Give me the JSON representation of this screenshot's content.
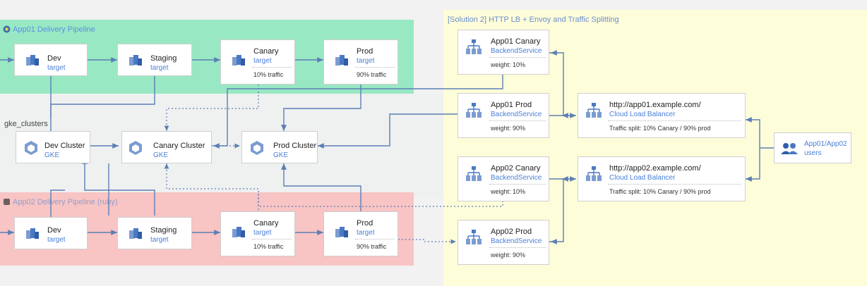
{
  "colors": {
    "app01_zone": "#99e8c4",
    "app02_zone": "#f8c4c4",
    "solution_zone": "#fefdd9",
    "gke_zone": "#eff0f0",
    "wire": "#5b7fb5"
  },
  "zones": {
    "app01": "App01 Delivery Pipeline",
    "gke": "gke_clusters",
    "app02": "App02 Delivery Pipeline (ruby)",
    "solution": "[Solution 2] HTTP LB + Envoy and Traffic Splitting"
  },
  "app01_pipeline": {
    "dev": {
      "title": "Dev",
      "sub": "target",
      "icon": "deploy-icon"
    },
    "staging": {
      "title": "Staging",
      "sub": "target",
      "icon": "deploy-icon"
    },
    "canary": {
      "title": "Canary",
      "sub": "target",
      "detail": "10% traffic",
      "icon": "deploy-icon"
    },
    "prod": {
      "title": "Prod",
      "sub": "target",
      "detail": "90% traffic",
      "icon": "deploy-icon"
    }
  },
  "clusters": {
    "dev": {
      "title": "Dev Cluster",
      "sub": "GKE",
      "icon": "gke-icon"
    },
    "canary": {
      "title": "Canary Cluster",
      "sub": "GKE",
      "icon": "gke-icon"
    },
    "prod": {
      "title": "Prod Cluster",
      "sub": "GKE",
      "icon": "gke-icon"
    }
  },
  "app02_pipeline": {
    "dev": {
      "title": "Dev",
      "sub": "target",
      "icon": "deploy-icon"
    },
    "staging": {
      "title": "Staging",
      "sub": "target",
      "icon": "deploy-icon"
    },
    "canary": {
      "title": "Canary",
      "sub": "target",
      "detail": "10% traffic",
      "icon": "deploy-icon"
    },
    "prod": {
      "title": "Prod",
      "sub": "target",
      "detail": "90% traffic",
      "icon": "deploy-icon"
    }
  },
  "backends": {
    "app01_canary": {
      "title": "App01 Canary",
      "sub": "BackendService",
      "detail": "weight: 10%",
      "icon": "backend-service-icon"
    },
    "app01_prod": {
      "title": "App01 Prod",
      "sub": "BackendService",
      "detail": "weight: 90%",
      "icon": "backend-service-icon"
    },
    "app02_canary": {
      "title": "App02 Canary",
      "sub": "BackendService",
      "detail": "weight: 10%",
      "icon": "backend-service-icon"
    },
    "app02_prod": {
      "title": "App02 Prod",
      "sub": "BackendService",
      "detail": "weight: 90%",
      "icon": "backend-service-icon"
    }
  },
  "load_balancers": {
    "app01": {
      "title": "http://app01.example.com/",
      "sub": "Cloud Load Balancer",
      "detail": "Traffic split: 10% Canary / 90% prod",
      "icon": "load-balancer-icon"
    },
    "app02": {
      "title": "http://app02.example.com/",
      "sub": "Cloud Load Balancer",
      "detail": "Traffic split: 10% Canary / 90% prod",
      "icon": "load-balancer-icon"
    }
  },
  "users": {
    "title": "App01/App02",
    "sub": "users",
    "icon": "users-icon"
  }
}
